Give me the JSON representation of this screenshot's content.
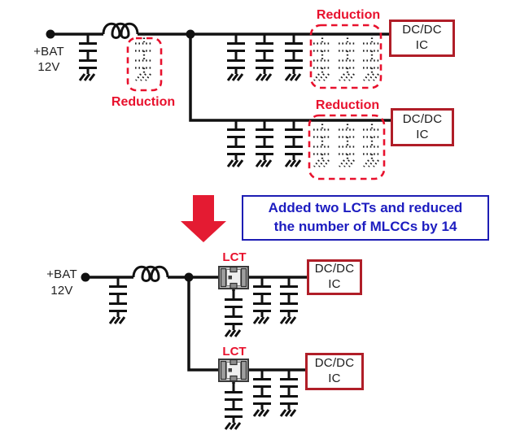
{
  "figure": {
    "description": "Before/after power circuit diagram showing MLCC reduction by adding LCTs",
    "colors": {
      "accent_red": "#e8112d",
      "dcdc_border_red": "#b01e28",
      "annotation_blue": "#1c1cc0",
      "wire_black": "#111111"
    }
  },
  "before": {
    "battery_line1": "+BAT",
    "battery_line2": "12V",
    "reduction_top": "Reduction",
    "reduction_left": "Reduction",
    "reduction_bottom": "Reduction",
    "dcdc1_line1": "DC/DC",
    "dcdc1_line2": "IC",
    "dcdc2_line1": "DC/DC",
    "dcdc2_line2": "IC"
  },
  "annotation": {
    "line1": "Added two LCTs and reduced",
    "line2": "the number of MLCCs by 14"
  },
  "after": {
    "battery_line1": "+BAT",
    "battery_line2": "12V",
    "lct1_label": "LCT",
    "lct2_label": "LCT",
    "dcdc1_line1": "DC/DC",
    "dcdc1_line2": "IC",
    "dcdc2_line1": "DC/DC",
    "dcdc2_line2": "IC"
  }
}
